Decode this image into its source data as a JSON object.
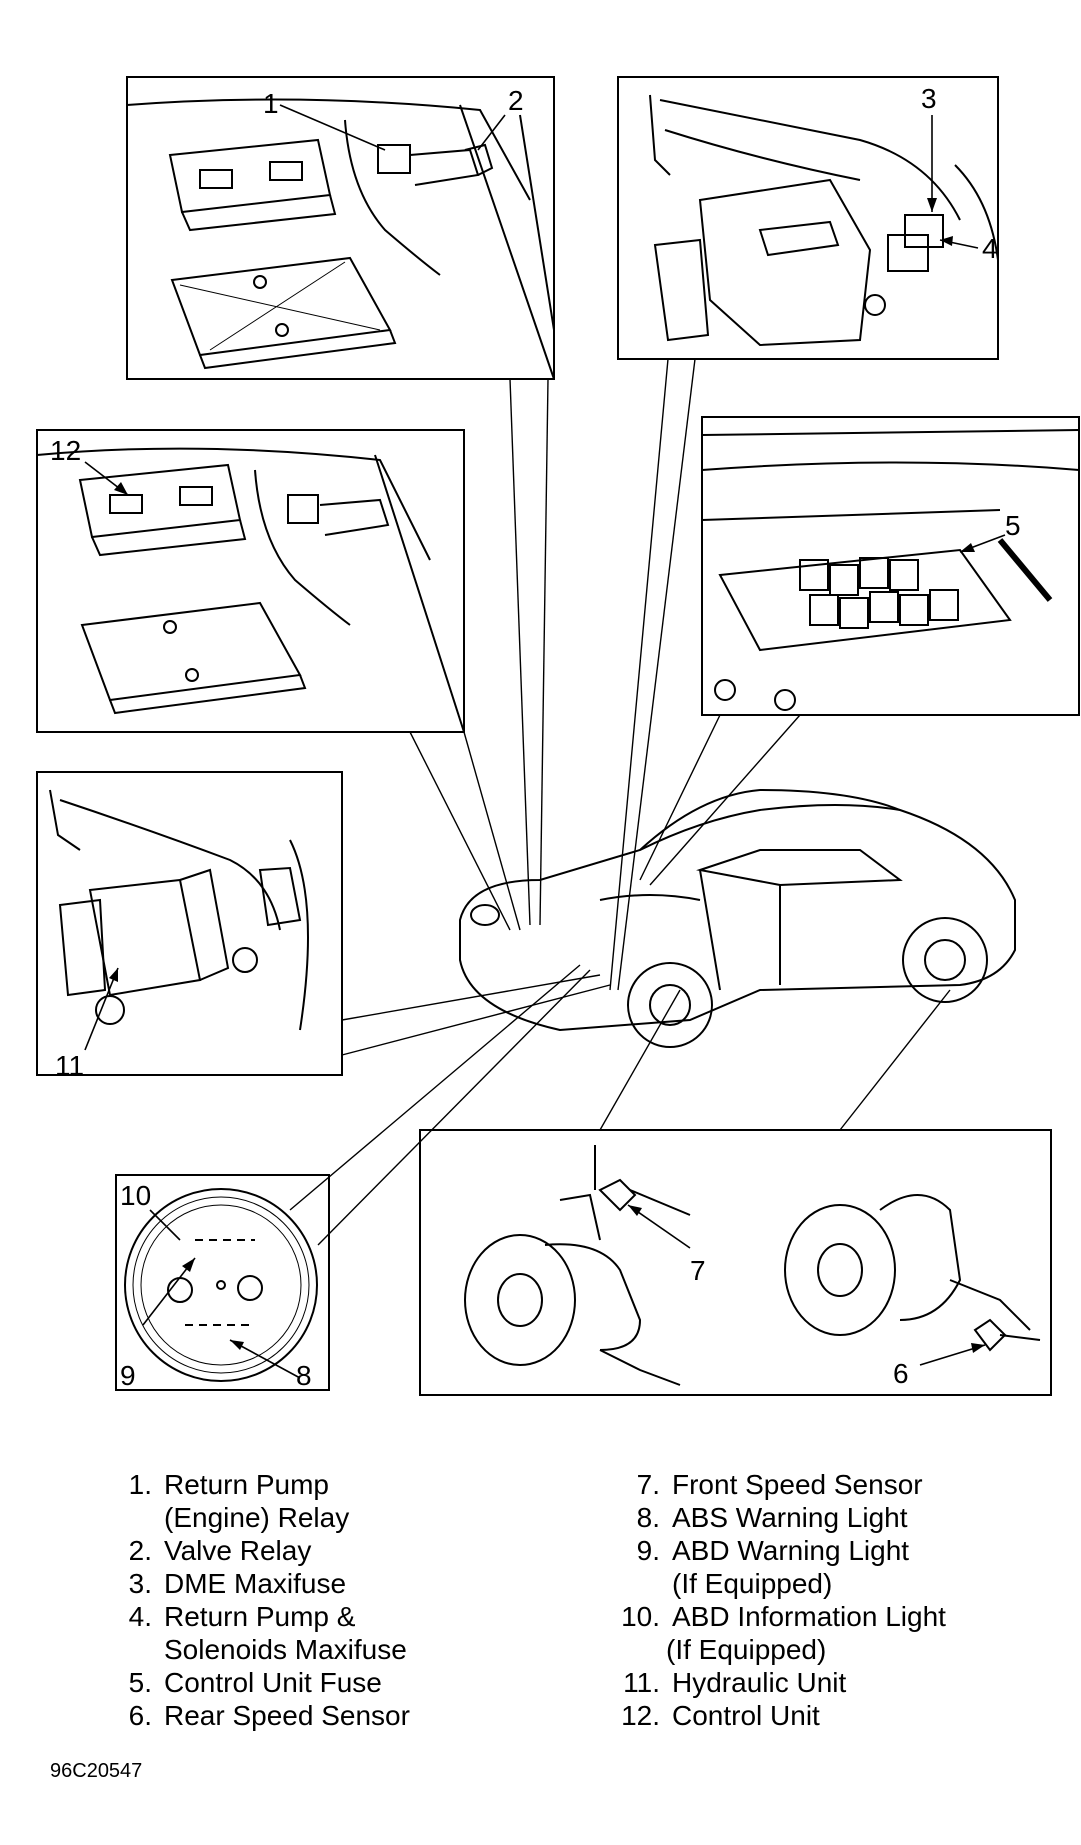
{
  "callouts": {
    "c1": "1",
    "c2": "2",
    "c3": "3",
    "c4": "4",
    "c5": "5",
    "c6": "6",
    "c7": "7",
    "c8": "8",
    "c9": "9",
    "c10": "10",
    "c11": "11",
    "c12": "12"
  },
  "legend_left": [
    {
      "num": "1.",
      "label": "Return Pump",
      "cont": "(Engine) Relay"
    },
    {
      "num": "2.",
      "label": "Valve Relay"
    },
    {
      "num": "3.",
      "label": "DME Maxifuse"
    },
    {
      "num": "4.",
      "label": "Return Pump &",
      "cont": "Solenoids Maxifuse"
    },
    {
      "num": "5.",
      "label": "Control Unit Fuse"
    },
    {
      "num": "6.",
      "label": "Rear Speed Sensor"
    }
  ],
  "legend_right": [
    {
      "num": "7.",
      "label": "Front Speed Sensor"
    },
    {
      "num": "8.",
      "label": "ABS Warning Light"
    },
    {
      "num": "9.",
      "label": "ABD Warning Light",
      "cont": "(If Equipped)"
    },
    {
      "num": "10.",
      "label": "ABD Information Light",
      "cont": "(If Equipped)"
    },
    {
      "num": "11.",
      "label": "Hydraulic Unit"
    },
    {
      "num": "12.",
      "label": "Control Unit"
    }
  ],
  "figure_code": "96C20547",
  "colors": {
    "line": "#000000",
    "background": "#ffffff"
  }
}
